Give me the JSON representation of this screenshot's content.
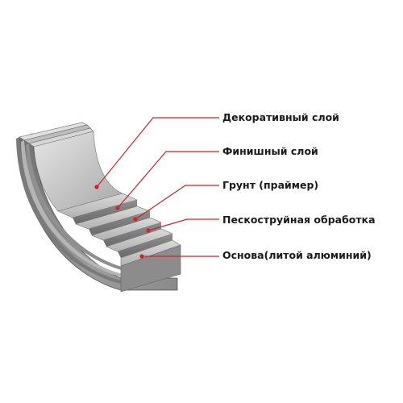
{
  "layers": [
    {
      "label": "Декоративный слой"
    },
    {
      "label": "Финишный слой"
    },
    {
      "label": "Грунт (праймер)"
    },
    {
      "label": "Пескоструйная обработка"
    },
    {
      "label": "Основа(литой алюминий)"
    }
  ],
  "colors": {
    "leader": "#c8262b",
    "bevel_light": "#f2f2f2",
    "bevel_shadow": "#5a5a5a",
    "front_face": "#9a9a9a",
    "inner_curve": "#c9c9c9",
    "label_text": "#1a1a1a"
  }
}
